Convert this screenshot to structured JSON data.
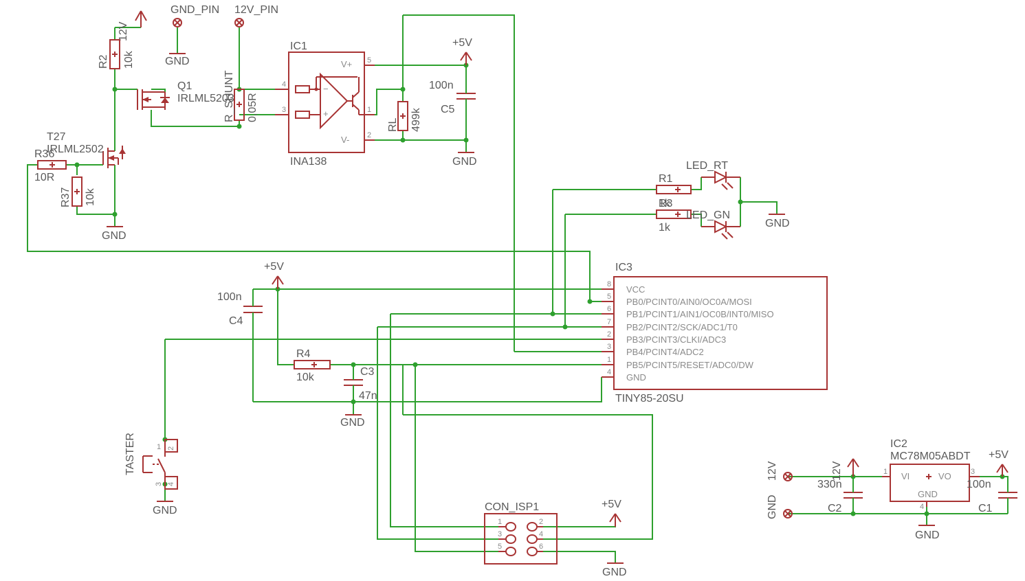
{
  "labels": {
    "gnd": "GND",
    "v12": "12V",
    "v5": "+5V",
    "gnd_pin": "GND_PIN",
    "v12_pin": "12V_PIN",
    "ic1": "IC1",
    "ina138": "INA138",
    "vplus": "V+",
    "vminus": "V-",
    "r_shunt": "R_SHUNT",
    "r_shunt_val": "0,05R",
    "rl": "RL",
    "rl_val": "499k",
    "c5": "C5",
    "c5_val": "100n",
    "r2": "R2",
    "r2_val": "10k",
    "q1": "Q1",
    "q1_val": "IRLML5203",
    "t27": "T27",
    "t27_val": "IRLML2502",
    "r36": "R36",
    "r36_val": "10R",
    "r37": "R37",
    "r37_val": "10k",
    "r1": "R1",
    "r1_val": "1k",
    "r3": "R3",
    "r3_val": "1k",
    "led_rt": "LED_RT",
    "led_gn": "LED_GN",
    "ic3": "IC3",
    "tiny": "TINY85-20SU",
    "c4": "C4",
    "c4_val": "100n",
    "r4": "R4",
    "r4_val": "10k",
    "c3": "C3",
    "c3_val": "47n",
    "taster": "TASTER",
    "con_isp": "CON_ISP1",
    "ic2": "IC2",
    "mc78": "MC78M05ABDT",
    "vi": "VI",
    "vo": "VO",
    "c2": "C2",
    "c2_val": "330n",
    "c1": "C1",
    "c1_val": "100n",
    "gnd_pin_lbl": "GND",
    "v12_pin_lbl": "12V"
  },
  "ic3_pins": [
    {
      "num": "8",
      "name": "VCC"
    },
    {
      "num": "5",
      "name": "PB0/PCINT0/AIN0/OC0A/MOSI"
    },
    {
      "num": "6",
      "name": "PB1/PCINT1/AIN1/OC0B/INT0/MISO"
    },
    {
      "num": "7",
      "name": "PB2/PCINT2/SCK/ADC1/T0"
    },
    {
      "num": "2",
      "name": "PB3/PCINT3/CLKI/ADC3"
    },
    {
      "num": "3",
      "name": "PB4/PCINT4/ADC2"
    },
    {
      "num": "1",
      "name": "PB5/PCINT5/RESET/ADC0/DW"
    },
    {
      "num": "4",
      "name": "GND"
    }
  ],
  "pin_numbers": {
    "ic1_4": "4",
    "ic1_3": "3",
    "ic1_5": "5",
    "ic1_1": "1",
    "ic1_2": "2",
    "isp_1": "1",
    "isp_2": "2",
    "isp_3": "3",
    "isp_4": "4",
    "isp_5": "5",
    "isp_6": "6",
    "ic2_1": "1",
    "ic2_3": "3",
    "ic2_4": "4",
    "sw_1": "1",
    "sw_2": "2",
    "sw_3": "3",
    "sw_4": "4"
  },
  "colors": {
    "wire": "#2ea02e",
    "symbol": "#a83434",
    "text": "#5a5a5a",
    "background": "#ffffff"
  }
}
